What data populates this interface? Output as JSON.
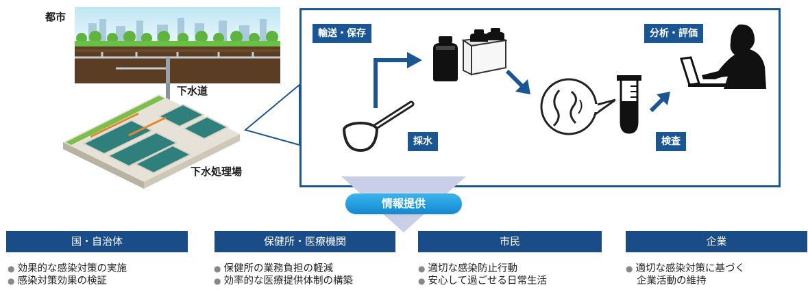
{
  "labels": {
    "city": "都市",
    "sewer": "下水道",
    "plant": "下水処理場"
  },
  "process": {
    "transport": "輸送・保存",
    "sampling": "採水",
    "inspection": "検査",
    "analysis": "分析・評価"
  },
  "info_provision": "情報提供",
  "categories": [
    {
      "title": "国・自治体",
      "items": [
        "効果的な感染対策の実施",
        "感染対策効果の検証"
      ]
    },
    {
      "title": "保健所・医療機関",
      "items": [
        "保健所の業務負担の軽減",
        "効率的な医療提供体制の構築"
      ]
    },
    {
      "title": "市民",
      "items": [
        "適切な感染防止行動",
        "安心して過ごせる日常生活"
      ]
    },
    {
      "title": "企業",
      "items": [
        "適切な感染対策に基づく",
        "企業活動の維持"
      ]
    }
  ],
  "colors": {
    "primary_blue": "#1a5594",
    "header_blue": "#1a4d87",
    "info_gradient_top": "#2aa3e0",
    "funnel": "#c9cfe6"
  }
}
